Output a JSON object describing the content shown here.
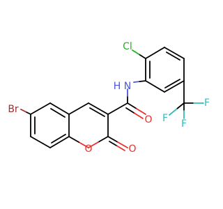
{
  "molecule": {
    "atoms": {
      "br": {
        "label": "Br",
        "color": "#a52a2a"
      },
      "cl": {
        "label": "Cl",
        "color": "#1fb41f"
      },
      "nh": {
        "label": "N",
        "hydrogen": "H",
        "color": "#4a56d8"
      },
      "o_amide": {
        "label": "O",
        "color": "#e8302a"
      },
      "o_ring": {
        "label": "O",
        "color": "#e8302a"
      },
      "o_carbonyl": {
        "label": "O",
        "color": "#e8302a"
      },
      "f1": {
        "label": "F",
        "color": "#33bbbb"
      },
      "f2": {
        "label": "F",
        "color": "#33bbbb"
      },
      "f3": {
        "label": "F",
        "color": "#33bbbb"
      }
    }
  }
}
